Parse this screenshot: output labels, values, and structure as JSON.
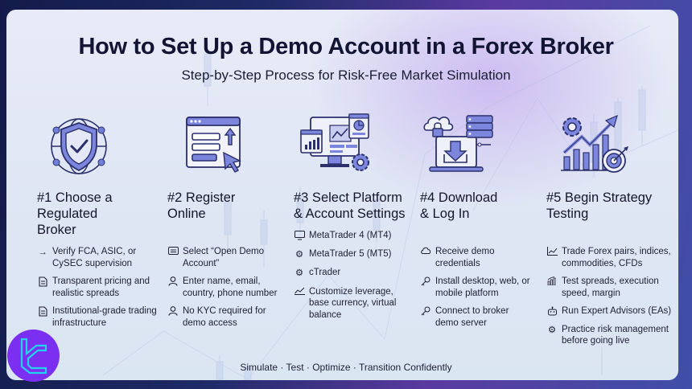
{
  "header": {
    "title": "How to Set Up a Demo Account in a Forex Broker",
    "subtitle": "Step-by-Step Process for Risk-Free Market Simulation"
  },
  "colors": {
    "accent": "#6f7fd8",
    "accent_dark": "#2b2f6b",
    "logo_bg": "#7b2ff0",
    "logo_fg": "#22d3ee"
  },
  "steps": [
    {
      "heading": "#1 Choose a Regulated Broker",
      "icon": "shield-globe-icon",
      "items": [
        {
          "icon": "arrow-right-icon",
          "text": "Verify FCA, ASIC, or CySEC supervision"
        },
        {
          "icon": "document-icon",
          "text": "Transparent pricing and realistic spreads"
        },
        {
          "icon": "document-icon",
          "text": "Institutional-grade trading infrastructure"
        }
      ]
    },
    {
      "heading": "#2 Register Online",
      "icon": "form-upload-cursor-icon",
      "items": [
        {
          "icon": "keyboard-icon",
          "text": "Select “Open Demo Account”"
        },
        {
          "icon": "user-icon",
          "text": "Enter name, email, country, phone number"
        },
        {
          "icon": "user-icon",
          "text": "No KYC required for demo access"
        }
      ]
    },
    {
      "heading": "#3 Select Platform & Account Settings",
      "icon": "dashboard-settings-icon",
      "items": [
        {
          "icon": "monitor-icon",
          "text": "MetaTrader 4 (MT4)"
        },
        {
          "icon": "gear-icon",
          "text": "MetaTrader 5 (MT5)"
        },
        {
          "icon": "gear-icon",
          "text": "cTrader"
        },
        {
          "icon": "trend-icon",
          "text": "Customize leverage, base currency, virtual balance"
        }
      ]
    },
    {
      "heading": "#4 Download & Log In",
      "icon": "cloud-download-server-icon",
      "items": [
        {
          "icon": "cloud-icon",
          "text": "Receive demo credentials"
        },
        {
          "icon": "key-icon",
          "text": "Install desktop, web, or mobile platform"
        },
        {
          "icon": "key-icon",
          "text": "Connect to broker demo server"
        }
      ]
    },
    {
      "heading": "#5 Begin Strategy Testing",
      "icon": "growth-target-icon",
      "items": [
        {
          "icon": "line-chart-icon",
          "text": "Trade Forex pairs, indices, commodities, CFDs"
        },
        {
          "icon": "bar-chart-icon",
          "text": "Test spreads, execution speed, margin"
        },
        {
          "icon": "robot-icon",
          "text": "Run Expert Advisors (EAs)"
        },
        {
          "icon": "gear-icon",
          "text": "Practice risk management before going live"
        }
      ]
    }
  ],
  "footer": {
    "tagline": "Simulate · Test · Optimize · Transition Confidently"
  }
}
